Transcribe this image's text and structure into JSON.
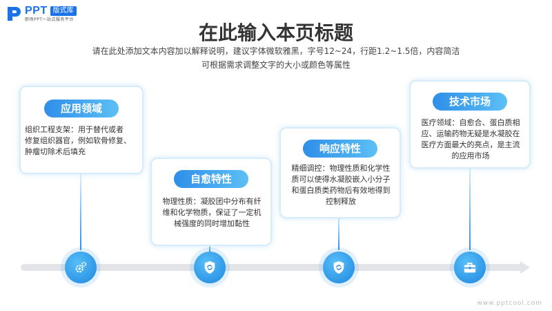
{
  "logo": {
    "brand": "PPT",
    "tag": "版式库",
    "slogan": "职场PPT一站式服务平台"
  },
  "title": "在此输入本页标题",
  "subtitle": [
    "请在此处添加文本内容加以解释说明，建议字体微软雅黑，字号12~24，行距1.2~1.5倍，内容简洁",
    "可根据需求调整文字的大小或颜色等属性"
  ],
  "cards": [
    {
      "title": "应用领域",
      "lines": [
        "组织工程支架：用于替代或者",
        "修复组织器官，例如软骨修复、",
        "肿瘤切除术后填充"
      ],
      "icon": "gear-icon"
    },
    {
      "title": "自愈特性",
      "lines": [
        "物理性质：凝胶团中分布有纤",
        "维和化学物质，保证了一定机",
        "械强度的同时增加黏性"
      ],
      "icon": "shield-icon"
    },
    {
      "title": "响应特性",
      "lines": [
        "精细调控：物理性质和化学性",
        "质可以使得水凝胶嵌入小分子",
        "和蛋白质类药物后有效地得到",
        "控制释放"
      ],
      "icon": "shield-icon"
    },
    {
      "title": "技术市场",
      "lines": [
        "医疗领域：自愈合、蛋白质相",
        "应、运输药物无疑是水凝胶在",
        "医疗方面最大的亮点，是主流",
        "的应用市场"
      ],
      "icon": "toolbox-icon"
    }
  ],
  "watermark": "www.pptcool.com",
  "colors": {
    "accent": "#1f86e0",
    "accent_light": "#5cc0f5",
    "axis": "#e2e4e8"
  }
}
